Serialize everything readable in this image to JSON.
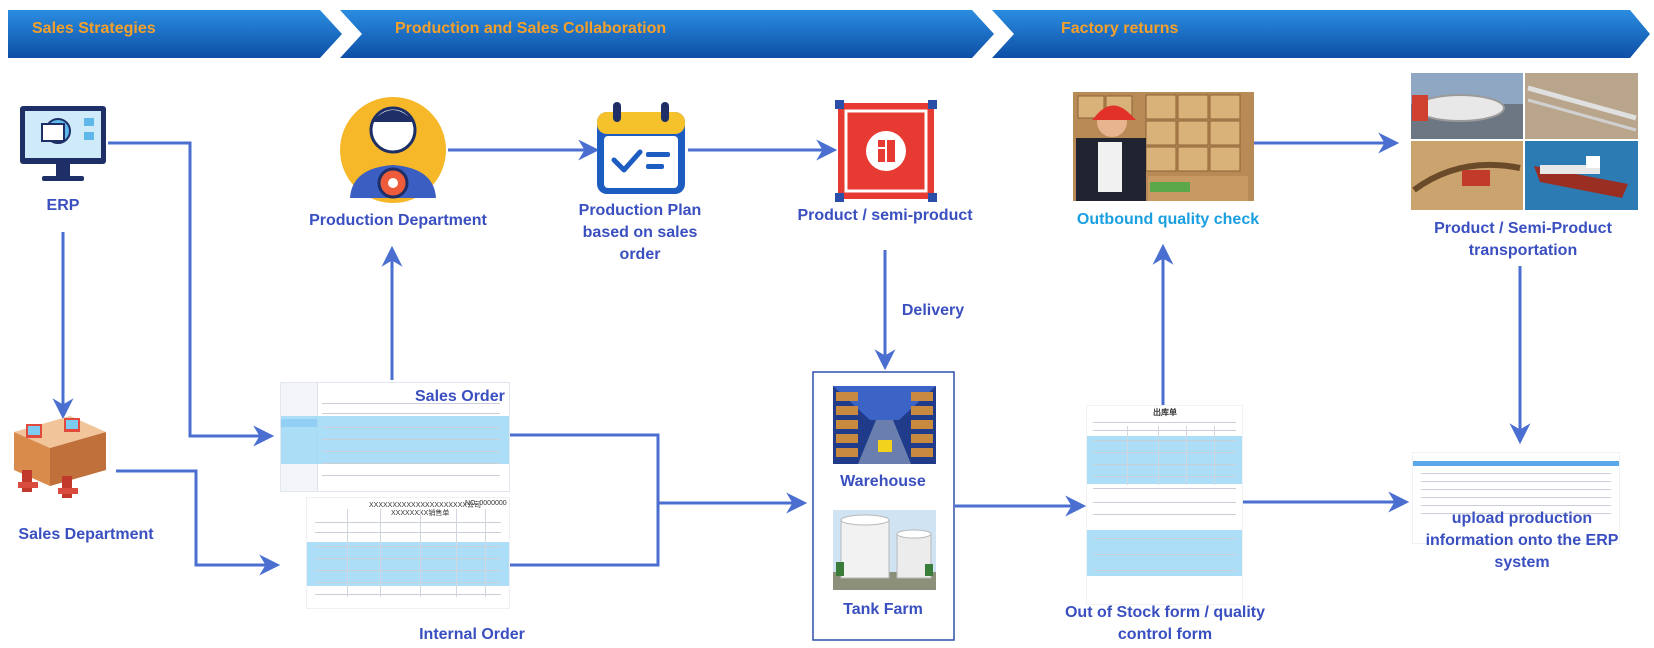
{
  "headers": {
    "left": "Sales Strategies",
    "middle": "Production and Sales Collaboration",
    "right": "Factory returns"
  },
  "nodes": {
    "erp": "ERP",
    "production_department": "Production Department",
    "production_plan": "Production Plan\nbased on sales\norder",
    "product_semi": "Product / semi-product",
    "outbound_check": "Outbound quality check",
    "transportation": "Product / Semi-Product\ntransportation",
    "sales_department": "Sales Department",
    "sales_order": "Sales Order",
    "internal_order": "Internal Order",
    "warehouse": "Warehouse",
    "tank_farm": "Tank Farm",
    "out_of_stock_form": "Out of Stock form / quality\ncontrol form",
    "upload_erp": "upload production\ninformation onto the ERP\nsystem"
  },
  "edges": {
    "delivery": "Delivery"
  },
  "documents": {
    "internal_order_company": "XXXXXXXXXXXXXXXXXXXXX公司",
    "internal_order_title": "XXXXXXXX销售单",
    "internal_order_no": "NO: 0000000",
    "out_form_title": "出库单"
  },
  "colors": {
    "banner": "#1565c0",
    "banner_light": "#2b8de0",
    "arrow": "#4a6fd0",
    "label": "#3a4fc0",
    "accent_orange": "#f5a02a",
    "cyan": "#1a9fe0"
  }
}
